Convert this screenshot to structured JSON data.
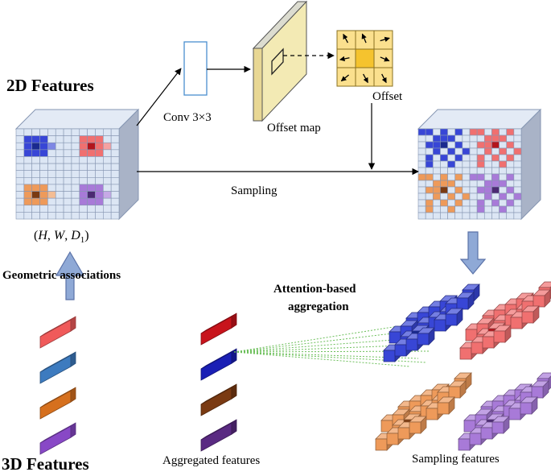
{
  "labels": {
    "features_2d": "2D Features",
    "features_3d": "3D Features",
    "conv": "Conv 3×3",
    "offset_map": "Offset map",
    "offset": "Offset",
    "sampling": "Sampling",
    "geometric": "Geometric associations",
    "attention_line1": "Attention-based",
    "attention_line2": "aggregation",
    "aggregated": "Aggregated features",
    "sampling_features": "Sampling features",
    "dims_var_h": "H",
    "dims_var_w": "W",
    "dims_var_d": "D",
    "dims_sub": "1"
  },
  "colors": {
    "grid": "#dce6f4",
    "grid_line": "#8696b2",
    "cube_top": "#e3eaf5",
    "cube_side": "#a9b3c7",
    "arrow_fill": "#8fa9d6",
    "blue": "#3846d6",
    "blue_dark": "#1a2a8f",
    "red": "#f07070",
    "red_dark": "#b3141c",
    "orange": "#ee9a5a",
    "orange_dark": "#7a3a12",
    "purple": "#a87ad8",
    "purple_dark": "#4b2a72",
    "offset_yellow": "#fbe08e",
    "offset_center": "#f5c32e",
    "attention_line": "#6cbf5a"
  },
  "feature_bars_3d": [
    "#f05a5a",
    "#3d7bbf",
    "#d6701e",
    "#8848c6"
  ],
  "feature_bars_agg": [
    "#c8141c",
    "#1a1fb5",
    "#7a3a12",
    "#5a2a82"
  ]
}
